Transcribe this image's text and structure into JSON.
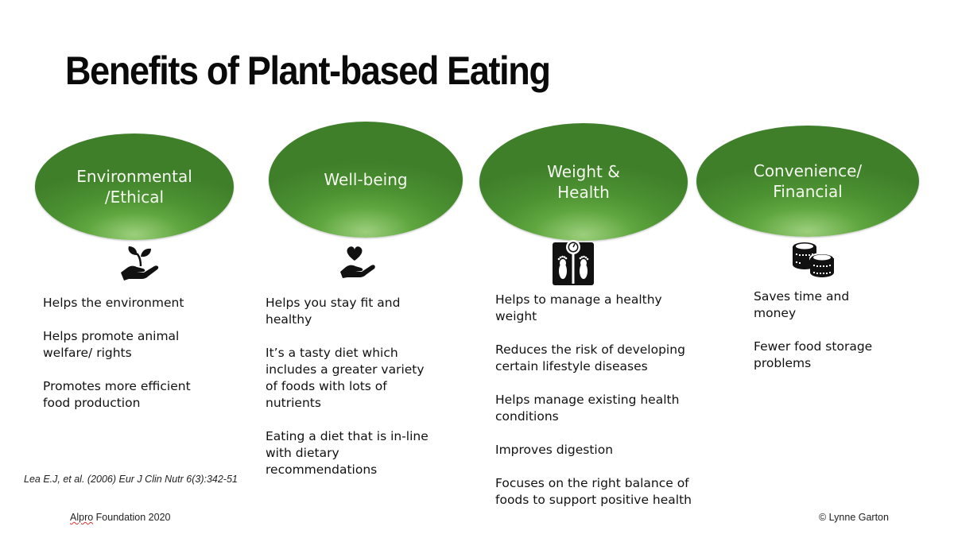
{
  "title": "Benefits of Plant-based Eating",
  "colors": {
    "ellipse_dark": "#3f7f2a",
    "ellipse_mid": "#5fa63f",
    "ellipse_light": "#9ccf7c",
    "ellipse_text": "#f4f8ef",
    "body_text": "#111111"
  },
  "categories": [
    {
      "label": "Environmental\n/Ethical",
      "icon": "hand-with-plant-icon",
      "benefits": [
        "Helps the environment",
        "Helps promote animal\nwelfare/ rights",
        "Promotes more efficient\nfood production"
      ]
    },
    {
      "label": "Well-being",
      "icon": "hand-with-heart-icon",
      "benefits": [
        "Helps you stay fit and\nhealthy",
        "It’s a tasty diet which\nincludes a greater variety\nof foods with lots of\nnutrients",
        "Eating a diet that is in-line\nwith dietary\nrecommendations"
      ]
    },
    {
      "label": "Weight &\nHealth",
      "icon": "bathroom-scale-icon",
      "benefits": [
        "Helps to manage a healthy\nweight",
        "Reduces the risk of developing\ncertain lifestyle diseases",
        "Helps manage existing health\nconditions",
        "Improves digestion",
        "Focuses on the right balance of\nfoods to support positive health"
      ]
    },
    {
      "label": "Convenience/\nFinancial",
      "icon": "coin-stacks-icon",
      "benefits": [
        "Saves time and\nmoney",
        "Fewer food storage\nproblems"
      ]
    }
  ],
  "citation": "Lea E.J, et al. (2006) Eur J Clin Nutr 6(3):342-51",
  "footer": {
    "left_brand": "Alpro",
    "left_rest": " Foundation 2020",
    "right": "© Lynne Garton"
  }
}
